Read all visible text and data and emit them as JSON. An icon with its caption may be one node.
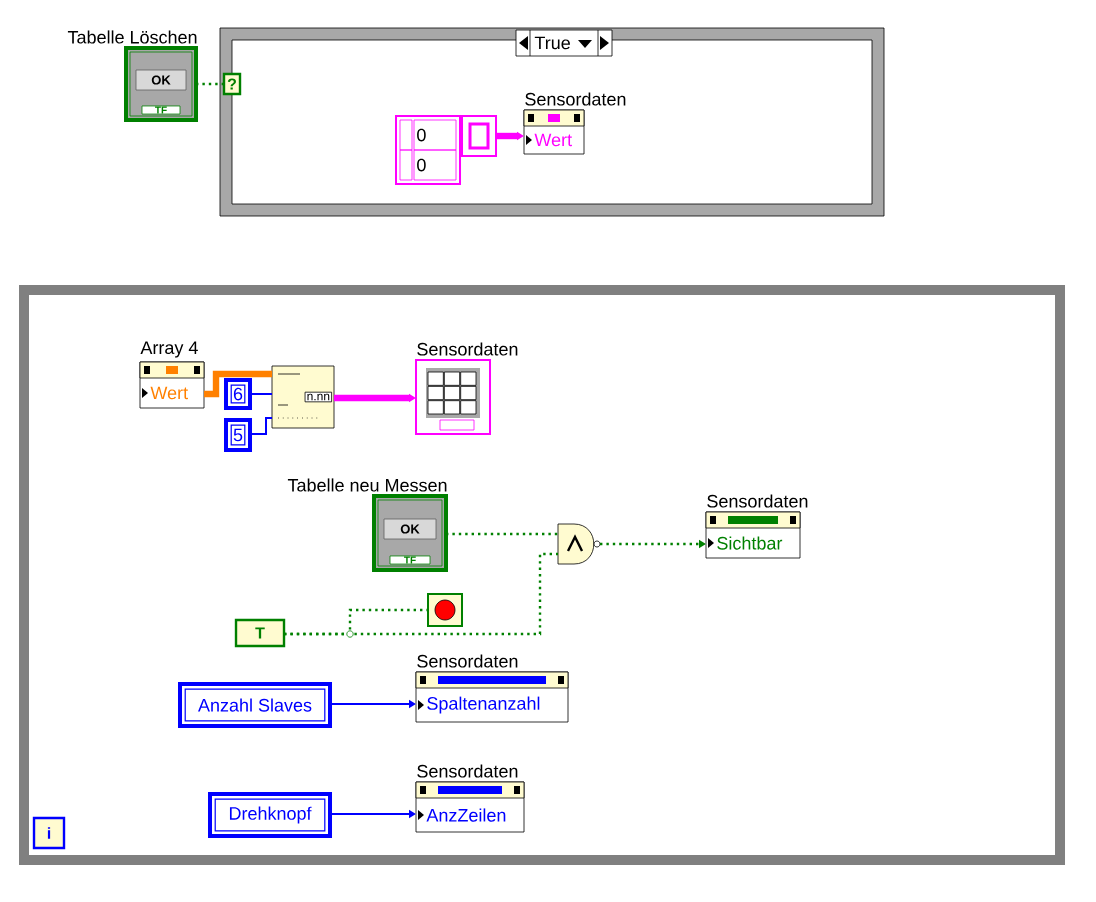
{
  "diagram": {
    "nodes": [
      {
        "text": [
          "Tabelle Löschen",
          "OK",
          "TF"
        ]
      },
      {
        "text": [
          "True"
        ]
      },
      {
        "text": [
          "?"
        ],
        "in": 1
      },
      {
        "text": [
          "0",
          "0"
        ],
        "in": 1
      },
      {
        "text": [],
        "shape": "box",
        "in": 1
      },
      {
        "text": [
          "Sensordaten",
          "Wert"
        ],
        "in": 1
      },
      {
        "text": [],
        "shape": "box"
      },
      {
        "text": [
          "Array 4",
          "Wert"
        ],
        "in": 6
      },
      {
        "text": [
          "6"
        ],
        "in": 6
      },
      {
        "text": [
          "5"
        ],
        "in": 6
      },
      {
        "text": [
          "n.nn"
        ],
        "in": 6
      },
      {
        "text": [
          "Sensordaten"
        ],
        "in": 6
      },
      {
        "text": [
          "Tabelle neu Messen",
          "OK",
          "TF"
        ],
        "in": 6
      },
      {
        "text": [],
        "shape": "gate",
        "in": 6
      },
      {
        "text": [
          "Sensordaten",
          "Sichtbar"
        ],
        "in": 6
      },
      {
        "text": [
          "T"
        ],
        "in": 6
      },
      {
        "text": [],
        "shape": "button",
        "in": 6
      },
      {
        "text": [
          "Anzahl Slaves"
        ],
        "in": 6
      },
      {
        "text": [
          "Sensordaten",
          "Spaltenanzahl"
        ],
        "in": 6
      },
      {
        "text": [
          "Drehknopf"
        ],
        "in": 6
      },
      {
        "text": [
          "Sensordaten",
          "AnzZeilen"
        ],
        "in": 6
      },
      {
        "text": [
          "i"
        ],
        "in": 6
      }
    ],
    "edges": [
      {
        "from": 0,
        "to": 2,
        "arrow": "none",
        "style": "dashed"
      },
      {
        "from": 4,
        "to": 5,
        "arrow": "to",
        "style": "thick",
        "color": "#ff00ff"
      },
      {
        "from": 7,
        "to": 10,
        "arrow": "none",
        "style": "thick",
        "color": "#ff8000"
      },
      {
        "from": 8,
        "to": 10,
        "arrow": "none",
        "color": "#0000ff"
      },
      {
        "from": 9,
        "to": 10,
        "arrow": "none",
        "color": "#0000ff"
      },
      {
        "from": 10,
        "to": 11,
        "arrow": "to",
        "style": "thick",
        "color": "#ff00ff"
      },
      {
        "from": 12,
        "to": 13,
        "arrow": "none",
        "style": "dashed"
      },
      {
        "from": 13,
        "to": 14,
        "arrow": "to",
        "style": "dashed"
      },
      {
        "from": 15,
        "to": 13,
        "arrow": "none",
        "style": "dashed"
      },
      {
        "from": 15,
        "to": 16,
        "arrow": "none",
        "style": "dashed"
      },
      {
        "from": 17,
        "to": 18,
        "arrow": "to",
        "color": "#0000ff"
      },
      {
        "from": 19,
        "to": 20,
        "arrow": "to",
        "color": "#0000ff"
      }
    ]
  }
}
